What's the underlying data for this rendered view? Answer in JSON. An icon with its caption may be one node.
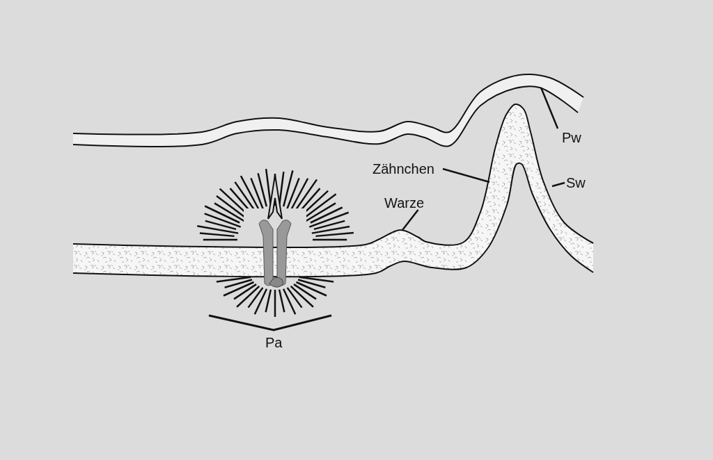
{
  "diagram": {
    "nodes": [
      {
        "text": [
          "Pw"
        ]
      },
      {
        "text": [
          "Zähnchen"
        ]
      },
      {
        "text": [
          "Warze"
        ]
      },
      {
        "text": [
          "Sw"
        ]
      },
      {
        "text": [],
        "shape": "bar"
      },
      {
        "text": [],
        "shape": "bar"
      }
    ],
    "edges": [
      {
        "from": 0,
        "to": 4,
        "arrow": "none"
      },
      {
        "from": 1,
        "to": 5,
        "arrow": "none"
      },
      {
        "from": 2,
        "to": 5,
        "arrow": "none"
      },
      {
        "from": 3,
        "to": 5,
        "arrow": "none"
      }
    ],
    "labels": [
      "Pa"
    ]
  }
}
